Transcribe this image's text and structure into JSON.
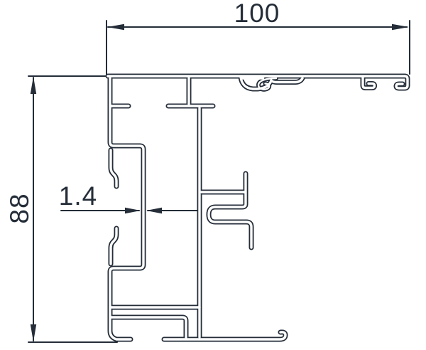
{
  "drawing": {
    "kind": "aluminum-profile-cross-section",
    "ink_color": "#242d38",
    "background_color": "#ffffff",
    "dimensions": {
      "width": {
        "label": "100"
      },
      "height": {
        "label": "88"
      },
      "wall_thickness": {
        "label": "1.4"
      }
    }
  }
}
